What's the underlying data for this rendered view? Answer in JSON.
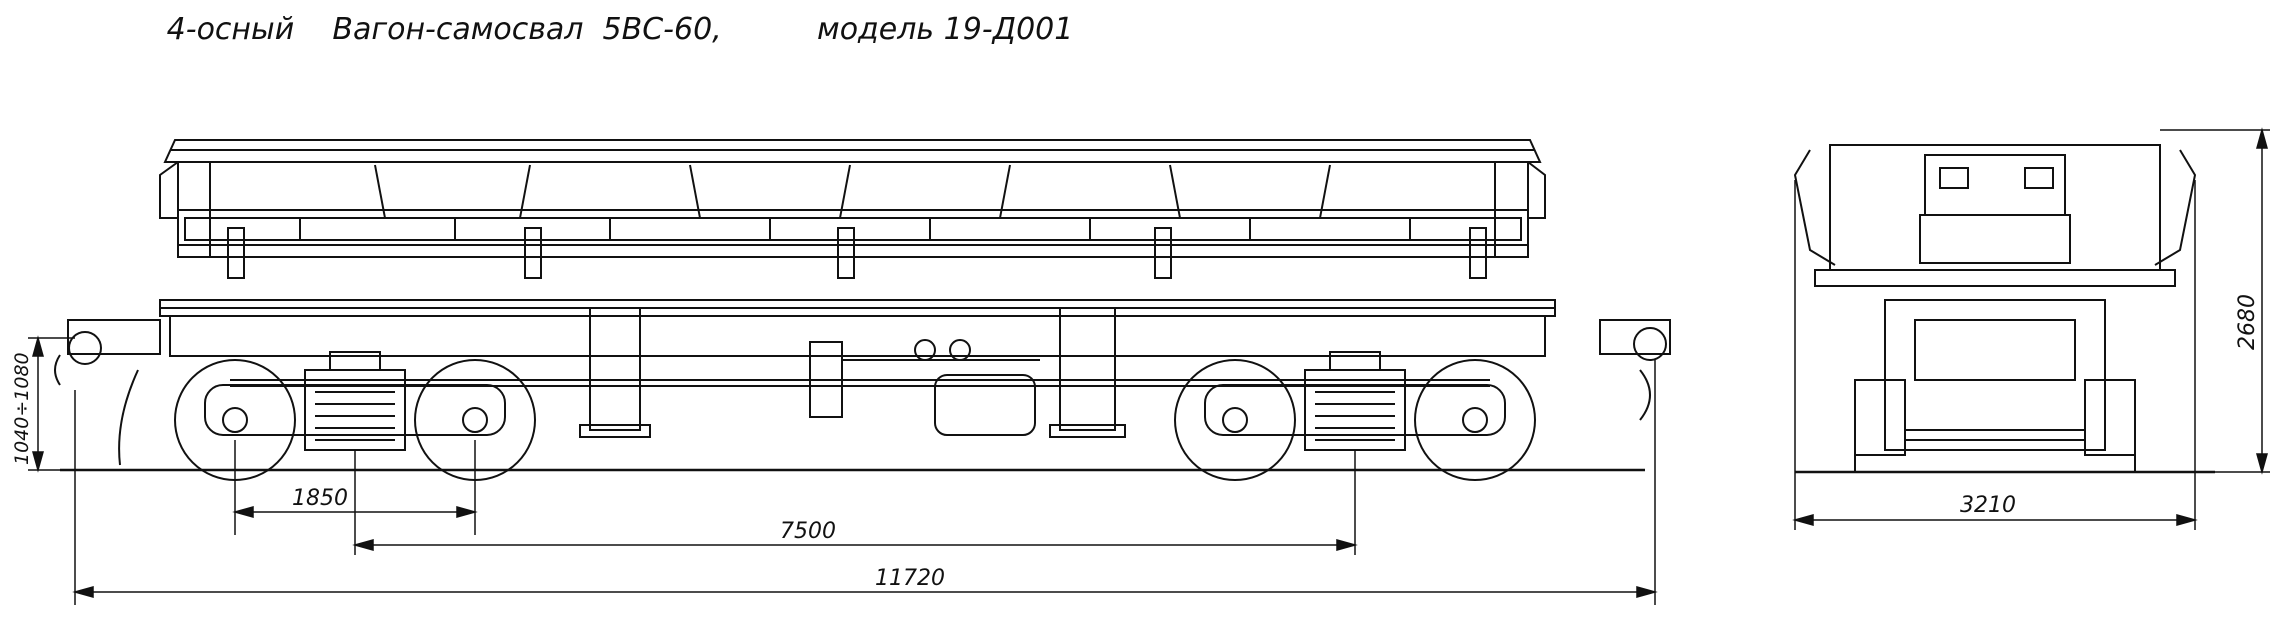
{
  "title": "4-осный    Вагон-самосвал  5ВС-60,          модель 19-Д001",
  "dimensions": {
    "bogie_wheelbase": "1850",
    "bogie_centers": "7500",
    "length_over_couplers": "11720",
    "coupler_height": "1040÷1080",
    "width": "3210",
    "height": "2680"
  },
  "colors": {
    "ink": "#111111",
    "paper": "#ffffff"
  }
}
